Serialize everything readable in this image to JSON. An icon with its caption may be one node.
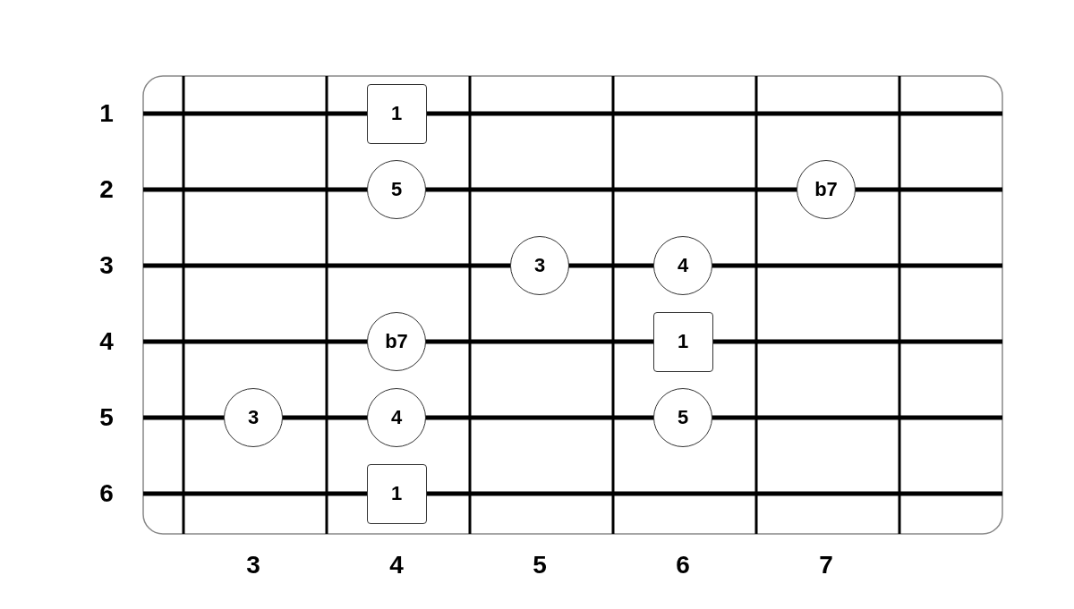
{
  "diagram": {
    "nodes": [
      {
        "text": [
          "1"
        ]
      },
      {
        "text": [
          "5"
        ]
      },
      {
        "text": [
          "b7"
        ]
      },
      {
        "text": [
          "3"
        ]
      },
      {
        "text": [
          "4"
        ]
      },
      {
        "text": [
          "b7"
        ]
      },
      {
        "text": [
          "1"
        ]
      },
      {
        "text": [
          "3"
        ]
      },
      {
        "text": [
          "4"
        ]
      },
      {
        "text": [
          "5"
        ]
      },
      {
        "text": [
          "1"
        ]
      }
    ],
    "edges": [],
    "labels": [
      "1",
      "2",
      "3",
      "4",
      "5",
      "6",
      "3",
      "4",
      "5",
      "6",
      "7"
    ]
  }
}
